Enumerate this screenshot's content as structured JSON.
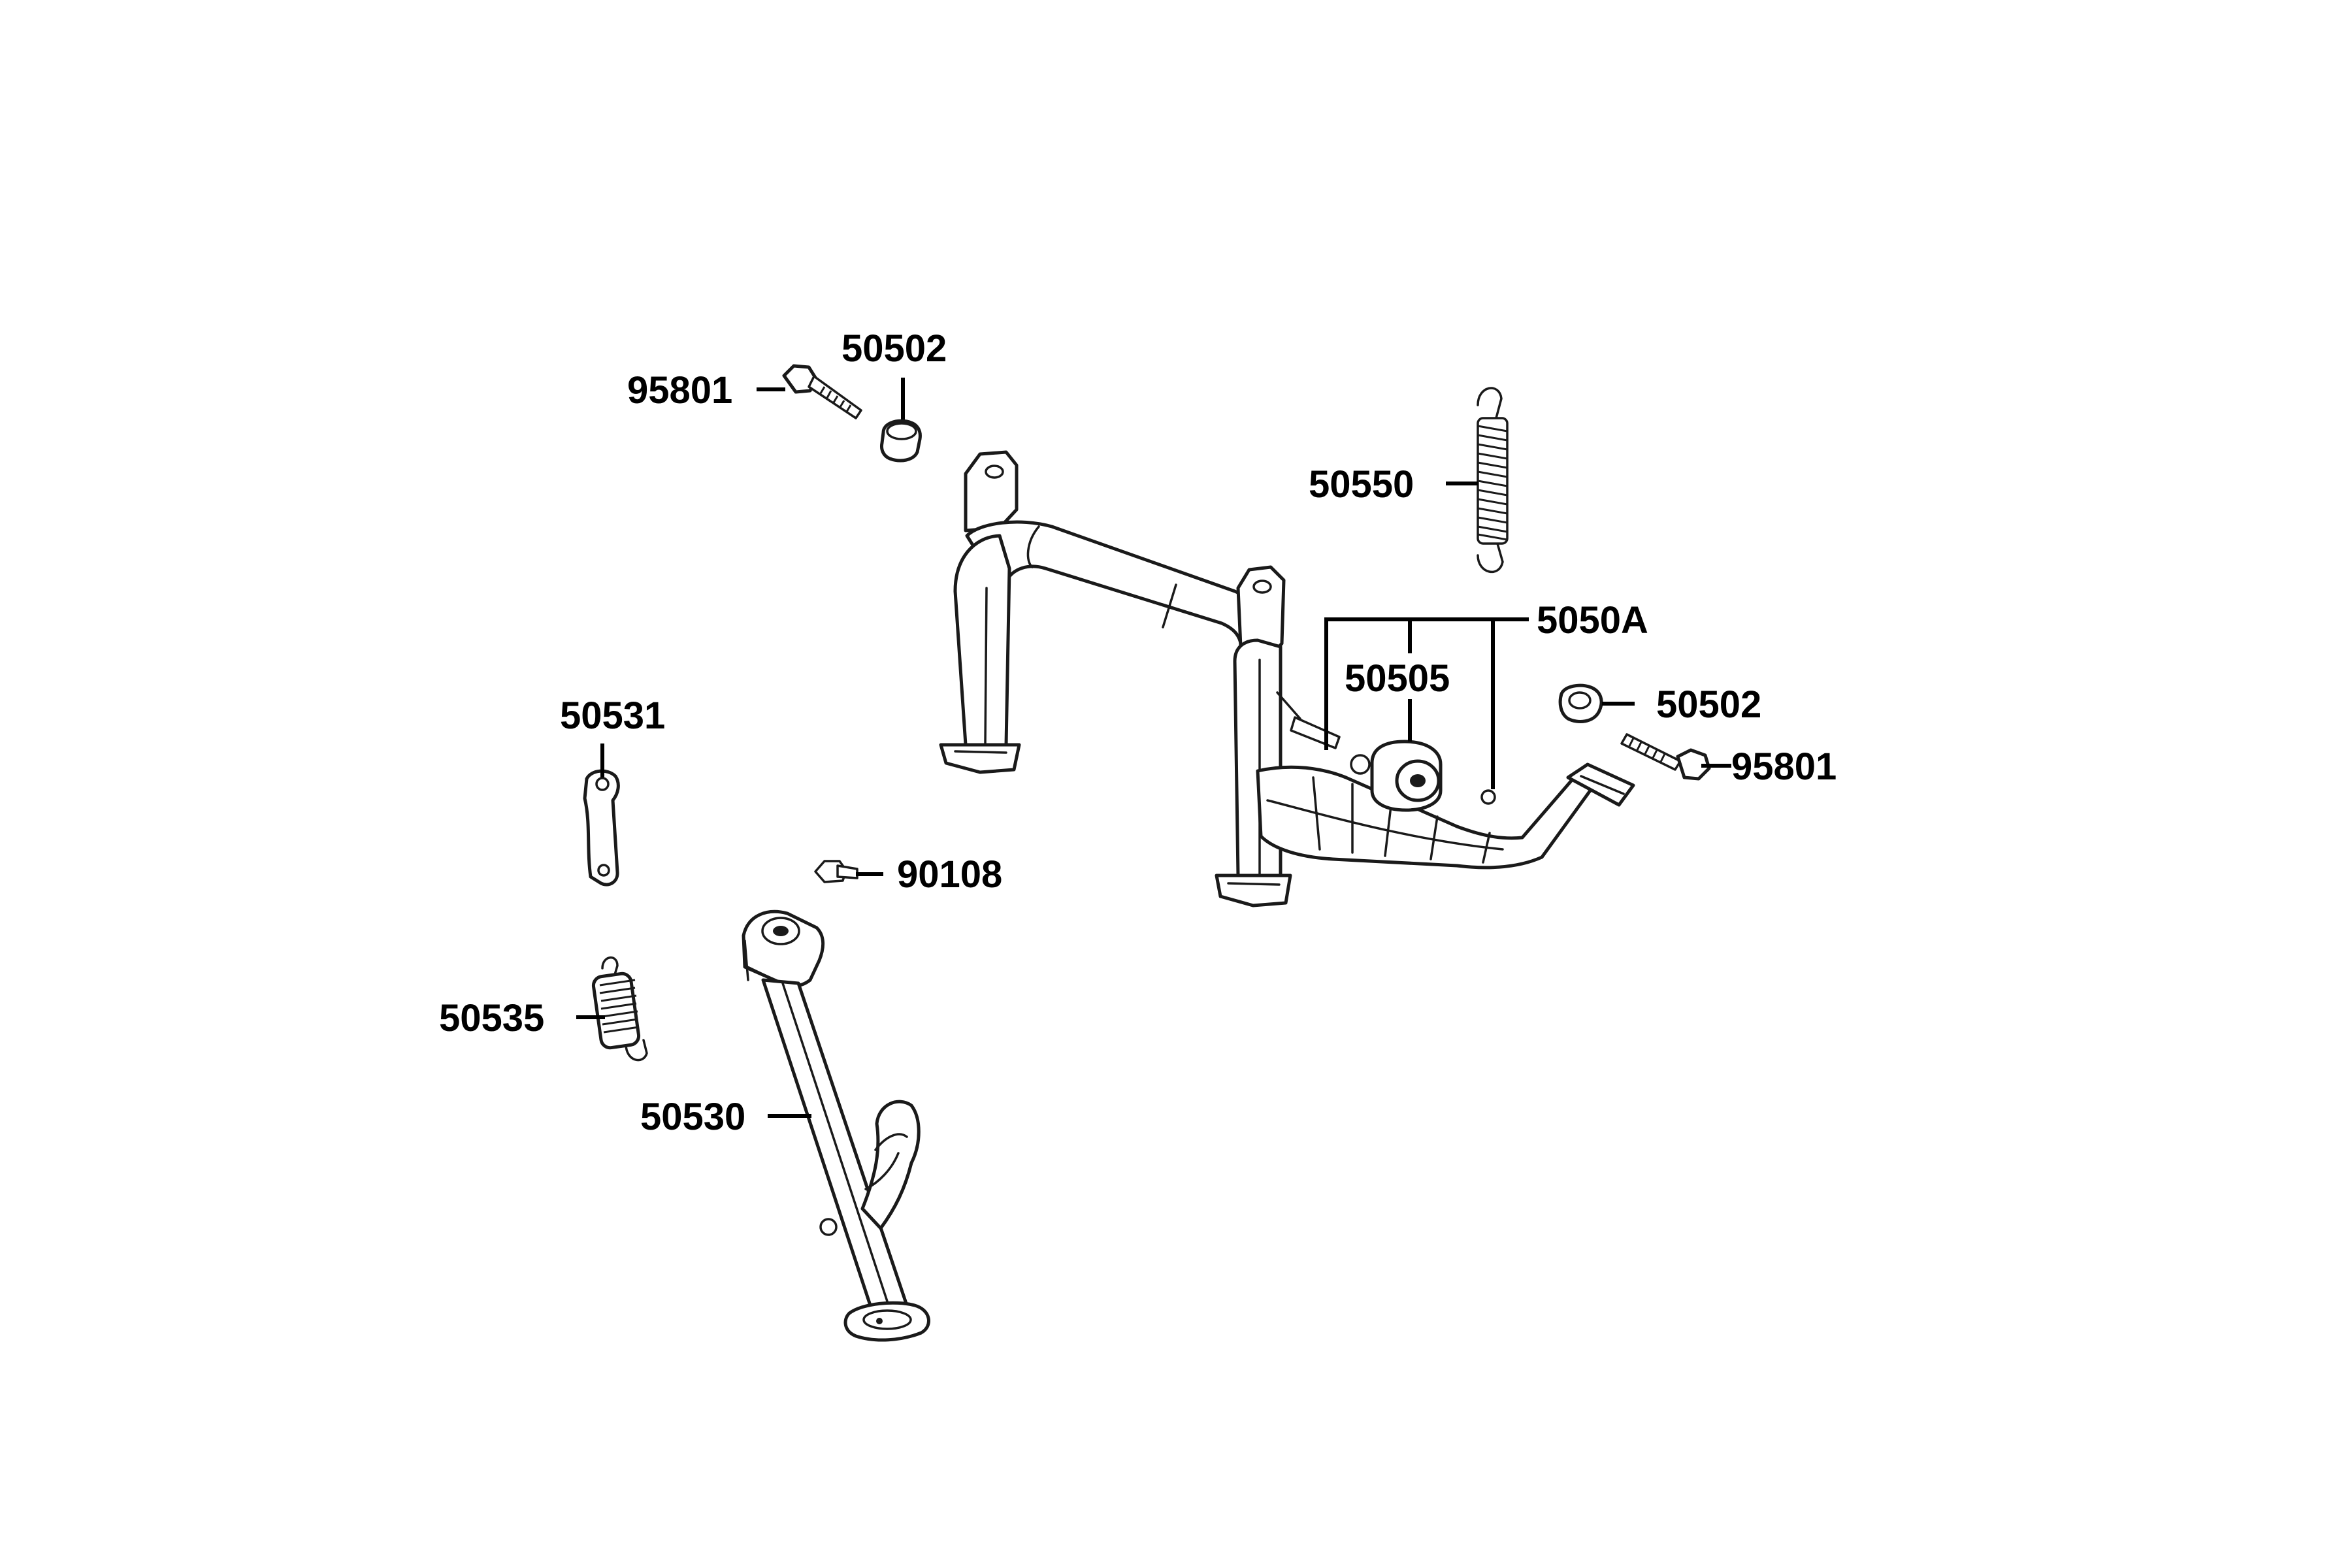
{
  "callouts": {
    "bolt_left": "95801",
    "collar_left": "50502",
    "spring_main": "50550",
    "main_stand_assy": "5050A",
    "rubber_stopper": "50505",
    "collar_right": "50502",
    "bolt_right": "95801",
    "side_stand_plate": "50531",
    "stopper_pin": "90108",
    "side_stand_spring": "50535",
    "side_stand": "50530"
  }
}
